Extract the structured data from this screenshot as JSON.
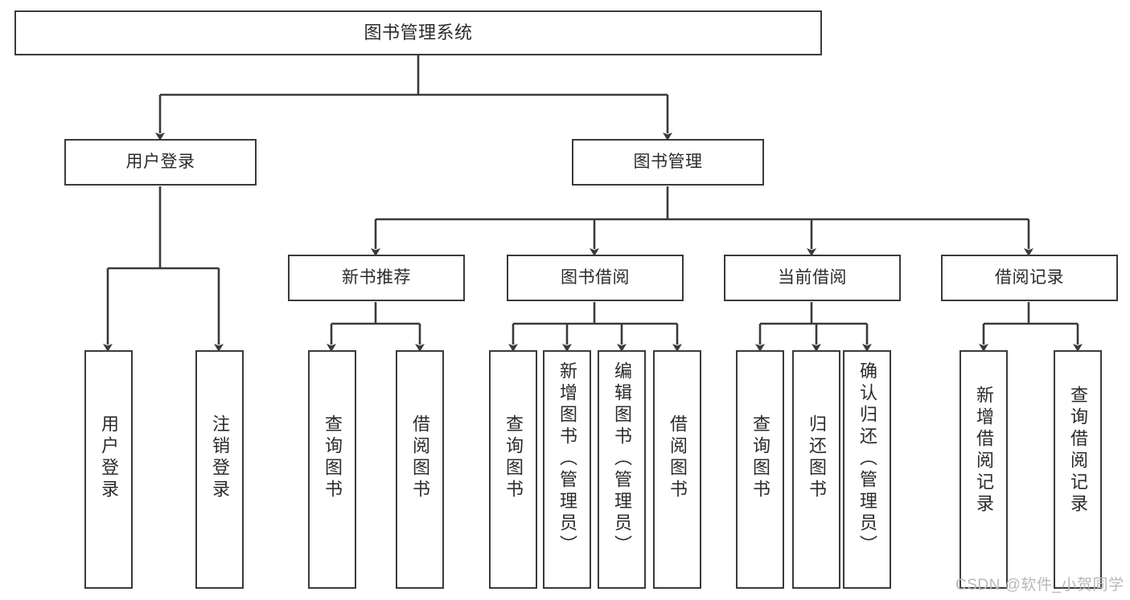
{
  "diagram": {
    "title": "图书管理系统",
    "type": "功能结构图",
    "root": {
      "label": "图书管理系统"
    },
    "level2": [
      {
        "label": "用户登录"
      },
      {
        "label": "图书管理"
      }
    ],
    "level3": [
      {
        "label": "新书推荐"
      },
      {
        "label": "图书借阅"
      },
      {
        "label": "当前借阅"
      },
      {
        "label": "借阅记录"
      }
    ],
    "leaves": {
      "user_login": [
        {
          "label": "用户登录"
        },
        {
          "label": "注销登录"
        }
      ],
      "new_book_recommend": [
        {
          "label": "查询图书"
        },
        {
          "label": "借阅图书"
        }
      ],
      "book_borrow": [
        {
          "label": "查询图书"
        },
        {
          "label": "新增图书（管理员）"
        },
        {
          "label": "编辑图书（管理员）"
        },
        {
          "label": "借阅图书"
        }
      ],
      "current_borrow": [
        {
          "label": "查询图书"
        },
        {
          "label": "归还图书"
        },
        {
          "label": "确认归还（管理员）"
        }
      ],
      "borrow_record": [
        {
          "label": "新增借阅记录"
        },
        {
          "label": "查询借阅记录"
        }
      ]
    }
  },
  "watermark": {
    "text": "CSDN @软件_小贺同学"
  },
  "colors": {
    "stroke": "#3a3a3a",
    "text": "#2b2b2b",
    "background": "#ffffff",
    "watermark": "#b8b8b8"
  }
}
